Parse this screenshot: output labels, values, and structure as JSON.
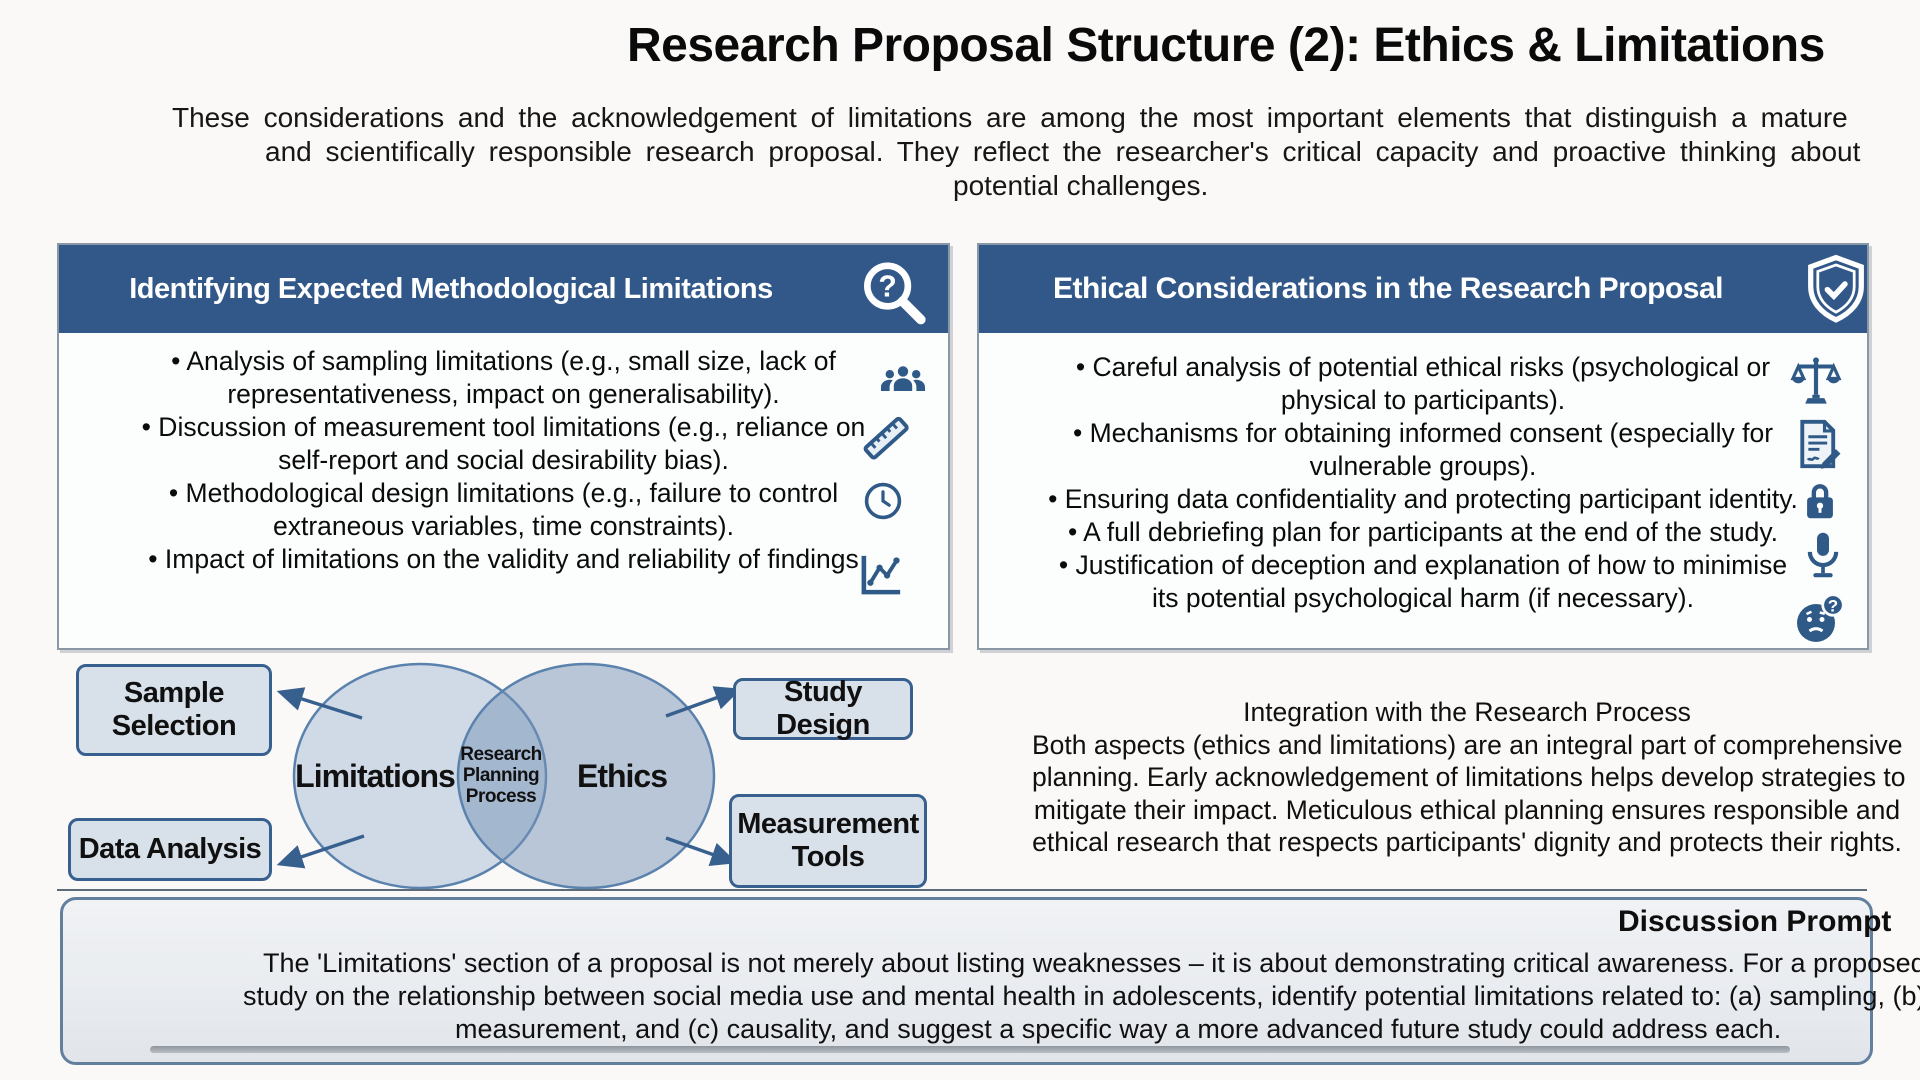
{
  "title": "Research Proposal Structure (2): Ethics & Limitations",
  "intro": {
    "lines": [
      "These considerations and the acknowledgement of limitations are among the most important elements that distinguish a mature",
      "and scientifically responsible research proposal. They reflect the researcher's critical capacity and proactive thinking about",
      "potential challenges."
    ]
  },
  "left_panel": {
    "header": "Identifying Expected Methodological Limitations",
    "header_icon": "magnifier-question",
    "lines": [
      "• Analysis of sampling limitations (e.g., small size, lack of",
      "representativeness, impact on generalisability).",
      "• Discussion of measurement tool limitations (e.g., reliance on",
      "self-report and social desirability bias).",
      "• Methodological design limitations (e.g., failure to control",
      "extraneous variables, time constraints).",
      "• Impact of limitations on the validity and reliability of findings"
    ],
    "side_icons": [
      "people-group",
      "ruler",
      "clock",
      "line-chart"
    ]
  },
  "right_panel": {
    "header": "Ethical Considerations in the Research Proposal",
    "header_icon": "shield-check",
    "lines": [
      "• Careful analysis of potential ethical risks (psychological or",
      "physical to participants).",
      "• Mechanisms for obtaining informed consent (especially for",
      "vulnerable groups).",
      "• Ensuring data confidentiality and protecting participant identity.",
      "• A full debriefing plan for participants at the end of the study.",
      "• Justification of deception and explanation of how to minimise",
      "its potential psychological harm (if necessary)."
    ],
    "side_icons": [
      "scales-of-justice",
      "consent-document",
      "padlock",
      "microphone",
      "confused-face"
    ]
  },
  "venn": {
    "left_label": "Limitations",
    "right_label": "Ethics",
    "overlap_lines": [
      "Research",
      "Planning",
      "Process"
    ],
    "boxes": {
      "sample_selection": "Sample Selection",
      "data_analysis": "Data Analysis",
      "study_design": "Study Design",
      "measurement_tools": "Measurement Tools"
    }
  },
  "integration": {
    "heading": "Integration with the Research Process",
    "lines": [
      "Both aspects (ethics and limitations) are an integral part of comprehensive",
      "planning. Early acknowledgement of limitations helps develop strategies to",
      "mitigate their impact. Meticulous ethical planning ensures responsible and",
      "ethical research that respects participants' dignity and protects their rights."
    ]
  },
  "discussion": {
    "heading": "Discussion Prompt",
    "lines": [
      "The 'Limitations' section of a proposal is not merely about listing weaknesses – it is about demonstrating critical awareness. For a proposed",
      "study on the relationship between social media use and mental health in adolescents, identify potential limitations related to: (a) sampling, (b)",
      "measurement, and (c) causality, and suggest a specific way a more advanced future study could address each."
    ]
  },
  "colors": {
    "header_band": "#315889",
    "icon_blue": "#2f5a87",
    "venn_left_fill": "#cfdae6",
    "venn_right_fill": "#8fa7c3",
    "venn_stroke": "#5b82ad",
    "box_fill": "#d8e0ea",
    "box_border": "#38608f"
  }
}
